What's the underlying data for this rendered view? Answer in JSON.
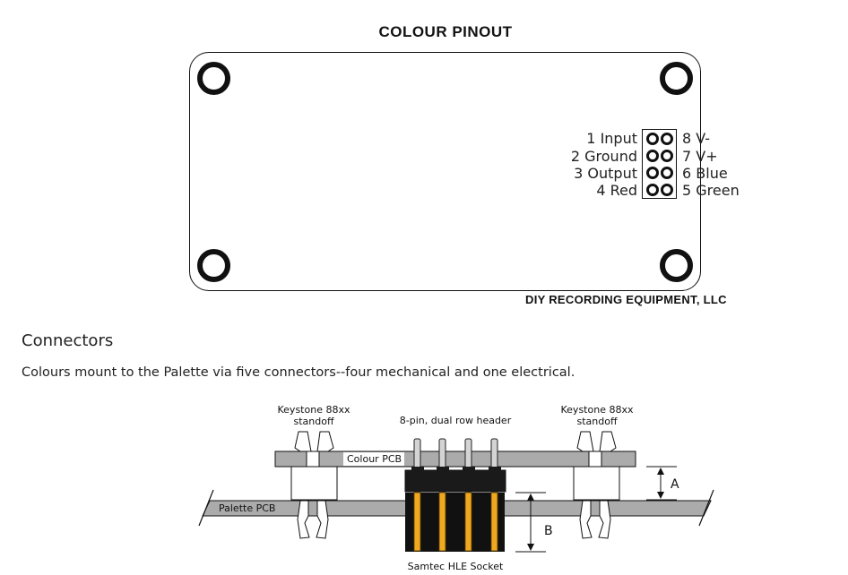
{
  "pinout": {
    "title": "COLOUR PINOUT",
    "left_pins": [
      "1 Input",
      "2 Ground",
      "3 Output",
      "4 Red"
    ],
    "right_pins": [
      "8 V-",
      "7 V+",
      "6 Blue",
      "5 Green"
    ],
    "company": "DIY RECORDING EQUIPMENT, LLC"
  },
  "connectors": {
    "heading": "Connectors",
    "description": "Colours mount to the Palette via five connectors--four mechanical and one electrical.",
    "diagram": {
      "standoff_left": [
        "Keystone 88xx",
        "standoff"
      ],
      "standoff_right": [
        "Keystone 88xx",
        "standoff"
      ],
      "header_label": "8-pin, dual row header",
      "colour_pcb": "Colour PCB",
      "palette_pcb": "Palette PCB",
      "socket_label": "Samtec HLE Socket",
      "dim_a": "A",
      "dim_b": "B"
    }
  }
}
